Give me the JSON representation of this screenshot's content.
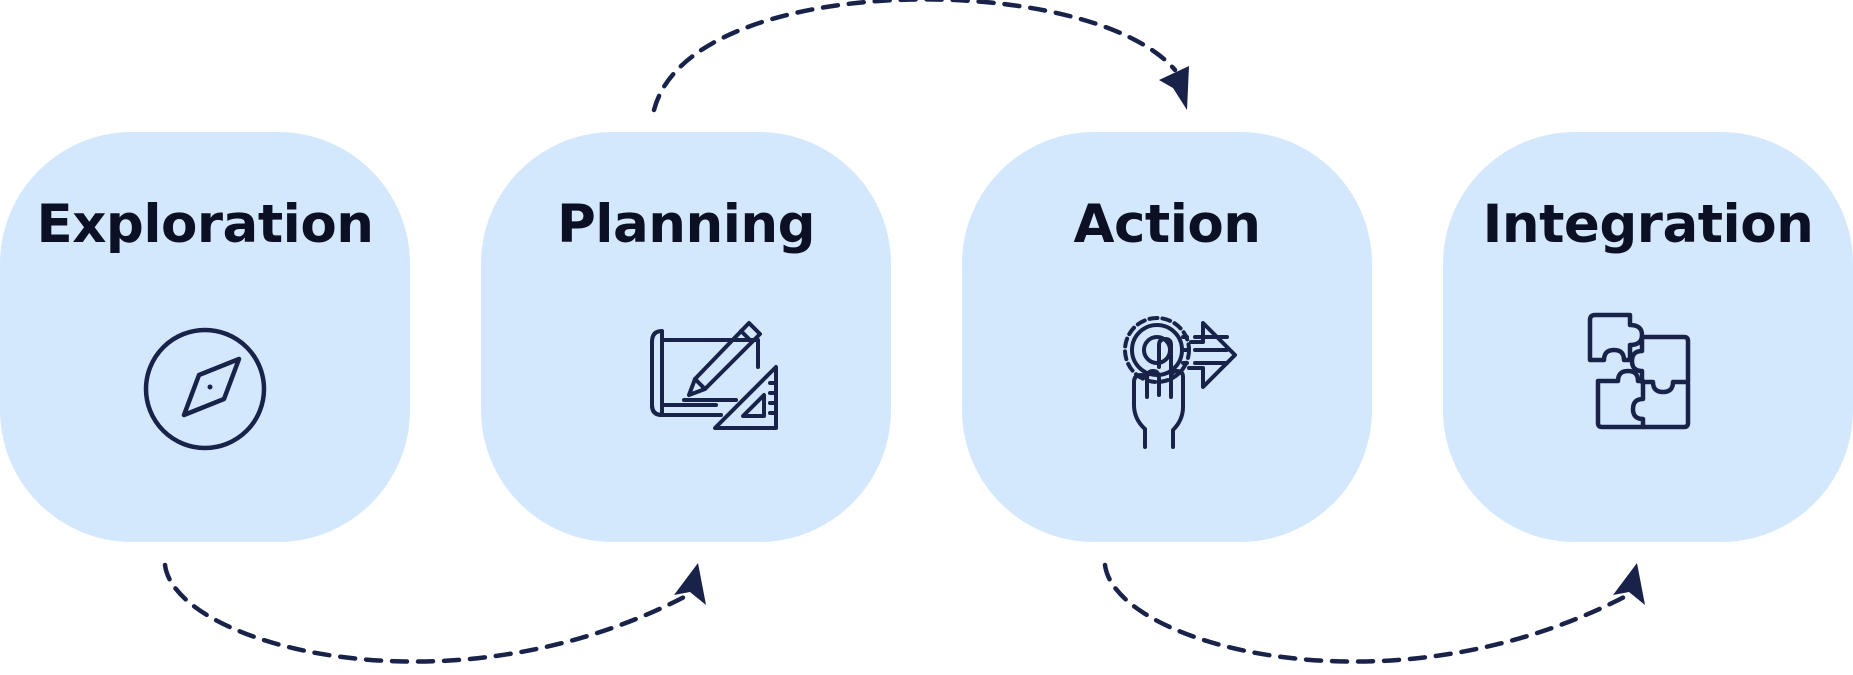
{
  "colors": {
    "card_fill": "#d4e8fd",
    "ink": "#19234a",
    "title": "#0c1024",
    "background": "#ffffff"
  },
  "steps": [
    {
      "label": "Exploration",
      "icon": "compass-icon"
    },
    {
      "label": "Planning",
      "icon": "blueprint-pencil-ruler-icon"
    },
    {
      "label": "Action",
      "icon": "gear-hand-arrow-icon"
    },
    {
      "label": "Integration",
      "icon": "puzzle-pieces-icon"
    }
  ],
  "connectors": [
    {
      "from": "Exploration",
      "to": "Planning",
      "style": "dashed-arc-below"
    },
    {
      "from": "Planning",
      "to": "Action",
      "style": "dashed-arc-above"
    },
    {
      "from": "Action",
      "to": "Integration",
      "style": "dashed-arc-below"
    }
  ]
}
